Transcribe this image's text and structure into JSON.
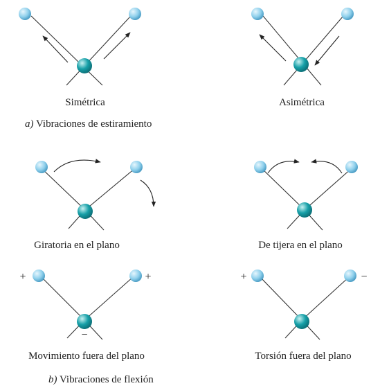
{
  "colors": {
    "light_atom": "#8fd0ec",
    "light_atom_highlight": "#e6f6fd",
    "light_atom_edge": "#4a9cc4",
    "center_atom": "#17a0a8",
    "center_atom_highlight": "#c8f2f2",
    "center_atom_edge": "#0b6f77",
    "line": "#333333"
  },
  "sections": {
    "stretching": {
      "caption_letter": "a)",
      "caption_text": " Vibraciones de estiramiento",
      "modes": [
        {
          "label": "Simétrica"
        },
        {
          "label": "Asimétrica"
        }
      ]
    },
    "bending": {
      "caption_letter": "b)",
      "caption_text": " Vibraciones de flexión",
      "modes": [
        {
          "label": "Giratoria en el plano"
        },
        {
          "label": "De tijera en el plano"
        },
        {
          "label": "Movimiento fuera del plano",
          "signs": [
            "+",
            "+",
            "−"
          ]
        },
        {
          "label": "Torsión fuera del plano",
          "signs": [
            "+",
            "−"
          ]
        }
      ]
    }
  }
}
